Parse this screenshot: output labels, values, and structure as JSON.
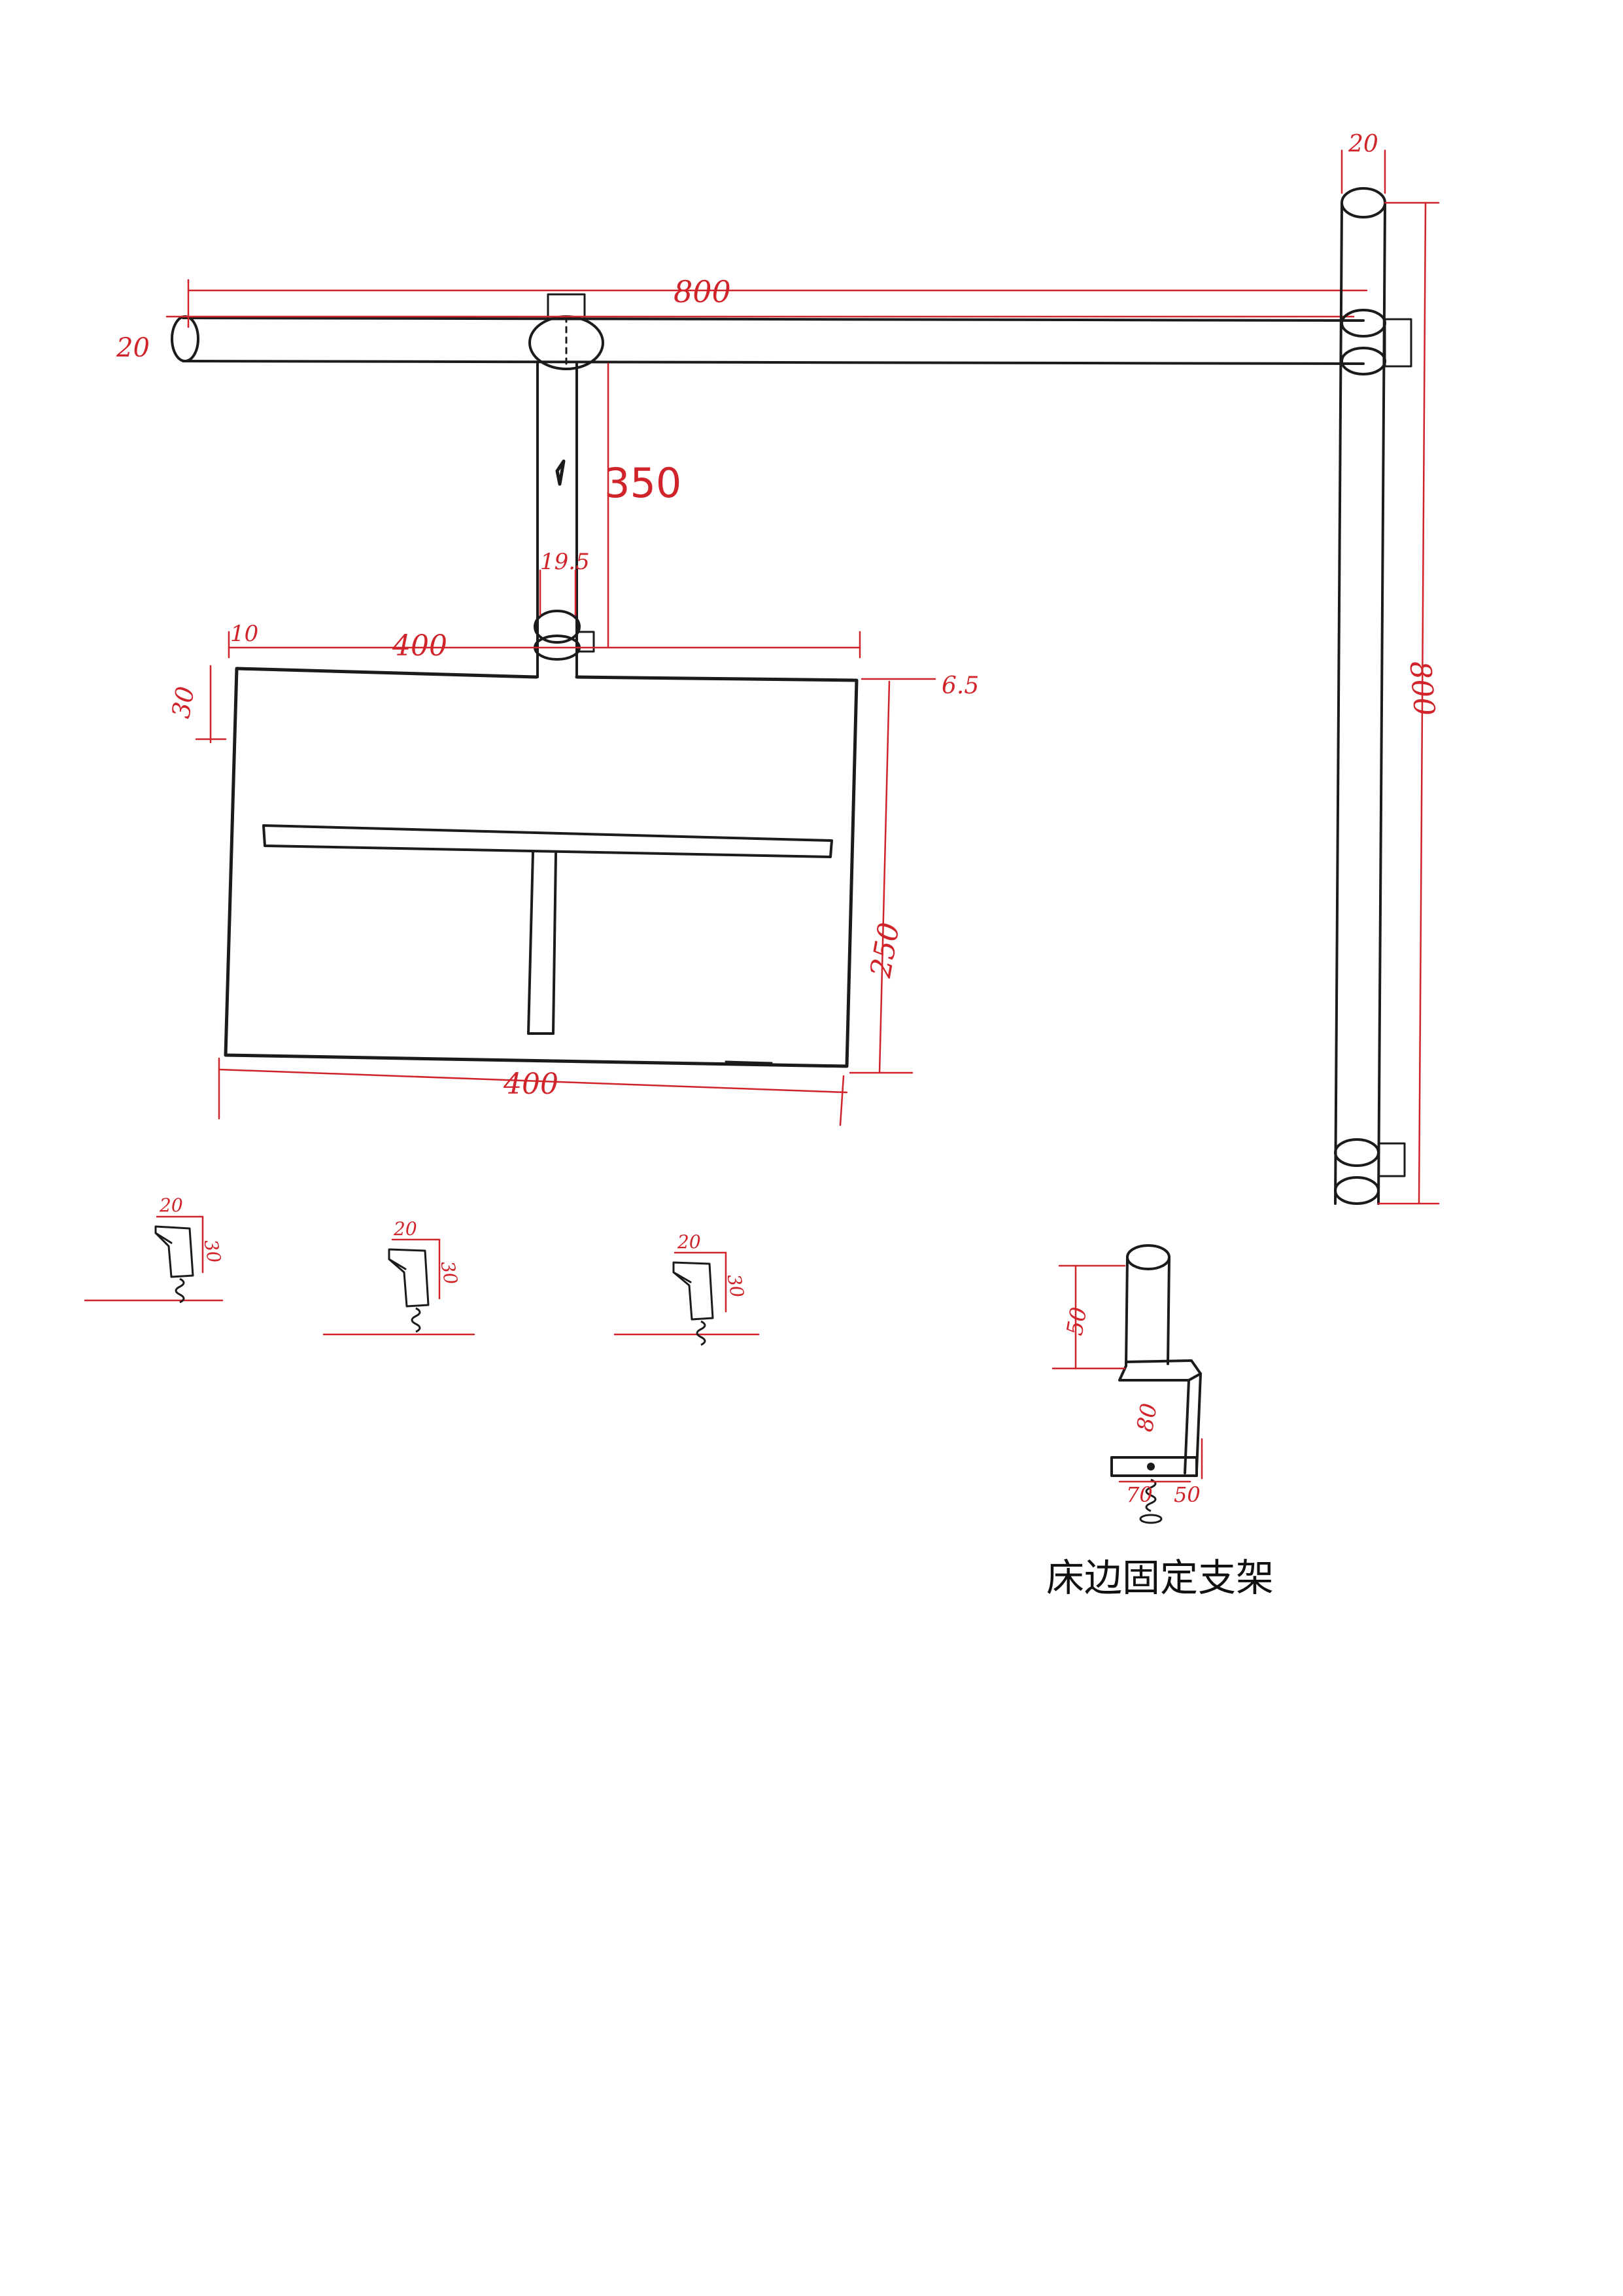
{
  "dimensions": {
    "top_bar_length": "800",
    "top_bar_diameter": "20",
    "drop_rod_length": "350",
    "clamp_width": "19.5",
    "frame_top_left_offset": "10",
    "frame_top_length": "400",
    "frame_height_small": "30",
    "frame_corner": "6.5",
    "frame_side_height": "250",
    "frame_bottom_length": "400",
    "vertical_post_diameter": "20",
    "vertical_post_length": "800",
    "small_clamp_width": "20",
    "small_clamp_height": "30",
    "bracket_rod_height": "50",
    "bracket_arm_height": "80",
    "bracket_foot_width": "70",
    "bracket_foot_height": "50"
  },
  "caption": "床边固定支架"
}
